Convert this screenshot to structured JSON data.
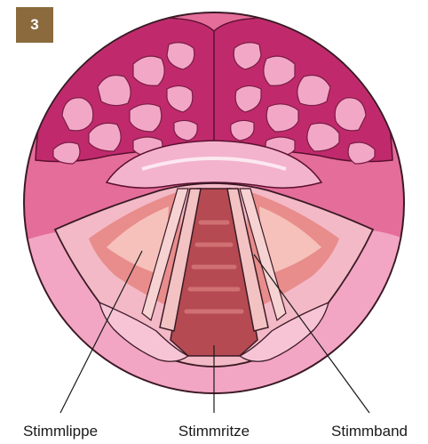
{
  "figure_number": "3",
  "labels": {
    "left": "Stimmlippe",
    "middle": "Stimmritze",
    "right": "Stimmband"
  },
  "colors": {
    "badge": "#8b6a3e",
    "outer_ring": "#e56d9a",
    "inner_pink": "#f2a6c3",
    "dark_magenta": "#c02a6d",
    "glottis_red": "#b54a52",
    "band_light": "#f3c3c3",
    "tissue_peach": "#e88c8c"
  }
}
